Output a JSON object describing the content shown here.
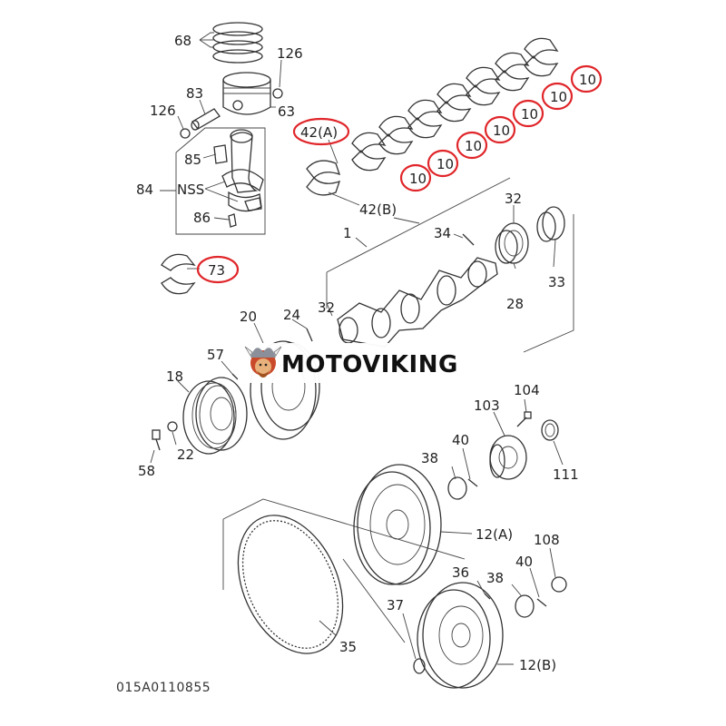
{
  "labels": {
    "l68": "68",
    "l126a": "126",
    "l83": "83",
    "l126b": "126",
    "l63": "63",
    "l85": "85",
    "l84": "84",
    "lNSS": "NSS",
    "l86": "86",
    "l73": "73",
    "l42a": "42(A)",
    "l42b": "42(B)",
    "l10a": "10",
    "l10b": "10",
    "l10c": "10",
    "l10d": "10",
    "l10e": "10",
    "l10f": "10",
    "l10g": "10",
    "l1": "1",
    "l34": "34",
    "l32a": "32",
    "l32b": "32",
    "l33": "33",
    "l28": "28",
    "l20": "20",
    "l24": "24",
    "l57": "57",
    "l18": "18",
    "l22": "22",
    "l58": "58",
    "l104": "104",
    "l103": "103",
    "l111": "111",
    "l38a": "38",
    "l40a": "40",
    "l12a": "12(A)",
    "l108": "108",
    "l36": "36",
    "l38b": "38",
    "l40b": "40",
    "l37": "37",
    "l35": "35",
    "l12b": "12(B)"
  },
  "drawing_code": "015A0110855",
  "watermark": {
    "text": "MOTOVIKING",
    "icon": "viking-mascot-icon"
  },
  "colors": {
    "highlight": "#e0262a",
    "line": "#333333",
    "background": "#ffffff"
  }
}
